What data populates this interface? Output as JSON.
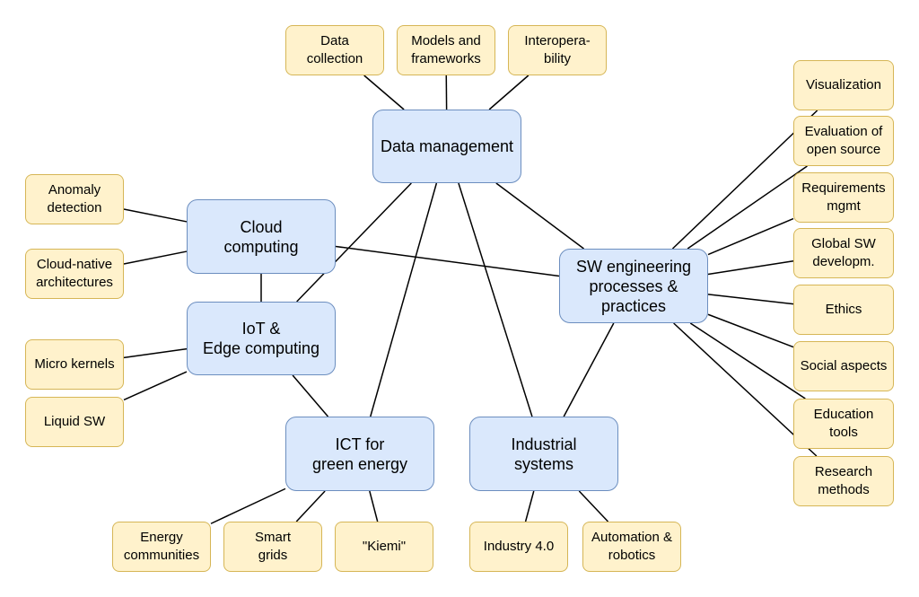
{
  "diagram": {
    "nodes": {
      "data_management": "Data management",
      "cloud_computing": "Cloud\ncomputing",
      "iot_edge": "IoT &\nEdge computing",
      "sw_engineering": "SW engineering\nprocesses &\npractices",
      "ict_green": "ICT for\ngreen energy",
      "industrial": "Industrial\nsystems",
      "data_collection": "Data\ncollection",
      "models_frameworks": "Models and\nframeworks",
      "interoperability": "Interopera-\nbility",
      "anomaly_detection": "Anomaly\ndetection",
      "cloud_native": "Cloud-native\narchitectures",
      "micro_kernels": "Micro kernels",
      "liquid_sw": "Liquid SW",
      "energy_communities": "Energy\ncommunities",
      "smart_grids": "Smart\ngrids",
      "kiemi": "\"Kiemi\"",
      "industry40": "Industry 4.0",
      "automation": "Automation &\nrobotics",
      "visualization": "Visualization",
      "evaluation_os": "Evaluation of\nopen source",
      "requirements": "Requirements\nmgmt",
      "global_sw": "Global SW\ndevelopm.",
      "ethics": "Ethics",
      "social_aspects": "Social aspects",
      "education_tools": "Education\ntools",
      "research_methods": "Research\nmethods"
    },
    "connections": [
      [
        "data_management",
        "data_collection"
      ],
      [
        "data_management",
        "models_frameworks"
      ],
      [
        "data_management",
        "interoperability"
      ],
      [
        "data_management",
        "sw_engineering"
      ],
      [
        "data_management",
        "iot_edge"
      ],
      [
        "data_management",
        "ict_green"
      ],
      [
        "data_management",
        "industrial"
      ],
      [
        "cloud_computing",
        "anomaly_detection"
      ],
      [
        "cloud_computing",
        "cloud_native"
      ],
      [
        "cloud_computing",
        "iot_edge"
      ],
      [
        "cloud_computing",
        "sw_engineering"
      ],
      [
        "iot_edge",
        "micro_kernels"
      ],
      [
        "iot_edge",
        "liquid_sw"
      ],
      [
        "iot_edge",
        "ict_green"
      ],
      [
        "ict_green",
        "energy_communities"
      ],
      [
        "ict_green",
        "smart_grids"
      ],
      [
        "ict_green",
        "kiemi"
      ],
      [
        "industrial",
        "industry40"
      ],
      [
        "industrial",
        "automation"
      ],
      [
        "industrial",
        "sw_engineering"
      ],
      [
        "sw_engineering",
        "visualization"
      ],
      [
        "sw_engineering",
        "evaluation_os"
      ],
      [
        "sw_engineering",
        "requirements"
      ],
      [
        "sw_engineering",
        "global_sw"
      ],
      [
        "sw_engineering",
        "ethics"
      ],
      [
        "sw_engineering",
        "social_aspects"
      ],
      [
        "sw_engineering",
        "education_tools"
      ],
      [
        "sw_engineering",
        "research_methods"
      ]
    ]
  }
}
